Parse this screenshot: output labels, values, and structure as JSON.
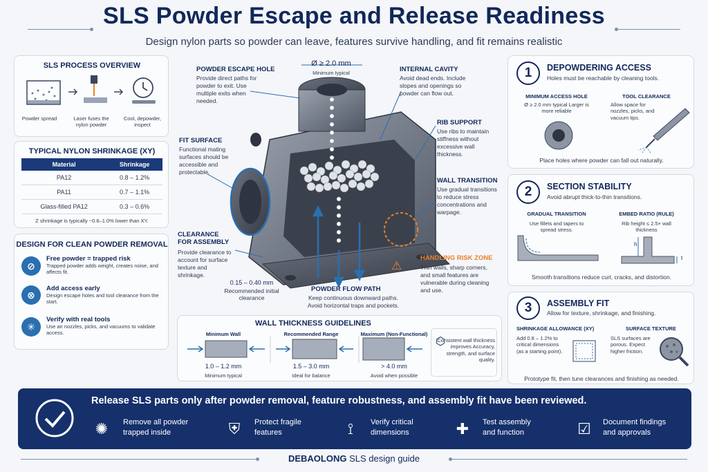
{
  "header": {
    "title": "SLS Powder Escape and Release Readiness",
    "subtitle": "Design nylon parts so powder can leave, features survive handling, and fit remains realistic"
  },
  "process": {
    "title": "SLS PROCESS OVERVIEW",
    "steps": [
      "Powder spread",
      "Laser fuses the nylon powder",
      "Cool, depowder, inspect"
    ]
  },
  "shrinkage": {
    "title": "TYPICAL NYLON SHRINKAGE (XY)",
    "headers": [
      "Material",
      "Shrinkage"
    ],
    "rows": [
      [
        "PA12",
        "0.8 – 1.2%"
      ],
      [
        "PA11",
        "0.7 – 1.1%"
      ],
      [
        "Glass-filled PA12",
        "0.3 – 0.6%"
      ]
    ],
    "note": "Z shrinkage is typically ~0.6–1.0% lower than XY."
  },
  "clean": {
    "title": "DESIGN FOR CLEAN POWDER REMOVAL",
    "items": [
      {
        "head": "Free powder = trapped risk",
        "body": "Trapped powder adds weight, creates noise, and affects fit."
      },
      {
        "head": "Add access early",
        "body": "Design escape holes and tool clearance from the start."
      },
      {
        "head": "Verify with real tools",
        "body": "Use air nozzles, picks, and vacuums to validate access."
      }
    ]
  },
  "callouts": {
    "escape": {
      "head": "POWDER ESCAPE HOLE",
      "body": "Provide direct paths for powder to exit. Use multiple exits when needed."
    },
    "dia": {
      "head": "Ø ≥ 2.0 mm",
      "body": "Minimum typical"
    },
    "cavity": {
      "head": "INTERNAL CAVITY",
      "body": "Avoid dead ends. Include slopes and openings so powder can flow out."
    },
    "rib": {
      "head": "RIB SUPPORT",
      "body": "Use ribs to maintain stiffness without excessive wall thickness."
    },
    "fit": {
      "head": "FIT SURFACE",
      "body": "Functional mating surfaces should be accessible and protectable."
    },
    "wall": {
      "head": "WALL TRANSITION",
      "body": "Use gradual transitions to reduce stress concentrations and warpage."
    },
    "clearance": {
      "head": "CLEARANCE FOR ASSEMBLY",
      "body": "Provide clearance to account for surface texture and shrinkage.",
      "value": "0.15 – 0.40 mm",
      "value_note": "Recommended initial clearance"
    },
    "handling": {
      "head": "HANDLING RISK ZONE",
      "body": "Thin walls, sharp corners, and small features are vulnerable during cleaning and use."
    },
    "flow": {
      "head": "POWDER FLOW PATH",
      "body": "Keep continuous downward paths. Avoid horizontal traps and pockets."
    }
  },
  "wall_guide": {
    "title": "WALL THICKNESS GUIDELINES",
    "items": [
      {
        "head": "Minimum Wall",
        "value": "1.0 – 1.2 mm",
        "note": "Minimum typical"
      },
      {
        "head": "Recommended Range",
        "value": "1.5 – 3.0 mm",
        "note": "Ideal for balance"
      },
      {
        "head": "Maximum (Non-Functional)",
        "value": "> 4.0 mm",
        "note": "Avoid when possible"
      }
    ],
    "side_note": "Consistent wall thickness improves Accuracy, strength, and surface quality."
  },
  "sec1": {
    "num": "1",
    "title": "DEPOWDERING ACCESS",
    "sub": "Holes must be reachable by cleaning tools.",
    "left_head": "MINIMUM ACCESS HOLE",
    "left_body": "Ø ≥ 2.0 mm typical Larger is more reliable",
    "right_head": "TOOL CLEARANCE",
    "right_body": "Allow space for nozzles, picks, and vacuum tips.",
    "footer": "Place holes where powder can fall out naturally."
  },
  "sec2": {
    "num": "2",
    "title": "SECTION STABILITY",
    "sub": "Avoid abrupt thick-to-thin transitions.",
    "left_head": "GRADUAL TRANSITION",
    "left_body": "Use fillets and tapers to spread stress.",
    "right_head": "EMBED RATIO (RULE)",
    "right_body": "Rib height ≤ 2.5× wall thickness",
    "h_label": "h",
    "t_label": "t",
    "footer": "Smooth transitions reduce curl, cracks, and distortion."
  },
  "sec3": {
    "num": "3",
    "title": "ASSEMBLY FIT",
    "sub": "Allow for texture, shrinkage, and finishing.",
    "left_head": "SHRINKAGE ALLOWANCE (XY)",
    "left_body": "Add 0.8 – 1.2% to critical dimensions (as a starting point).",
    "right_head": "SURFACE TEXTURE",
    "right_body": "SLS surfaces are porous. Expect higher friction.",
    "footer": "Prototype fit, then tune clearances and finishing as needed."
  },
  "banner": {
    "text": "Release SLS parts only after powder removal, feature robustness, and assembly fit have been reviewed.",
    "items": [
      "Remove all powder trapped inside",
      "Protect fragile features",
      "Verify critical dimensions",
      "Test assembly and function",
      "Document findings and approvals"
    ]
  },
  "footer": {
    "brand": "DEBAOLONG",
    "text": "SLS design guide"
  },
  "colors": {
    "navy": "#12285a",
    "accent": "#2a6fb0",
    "orange": "#e8822a",
    "banner": "#15306b"
  }
}
